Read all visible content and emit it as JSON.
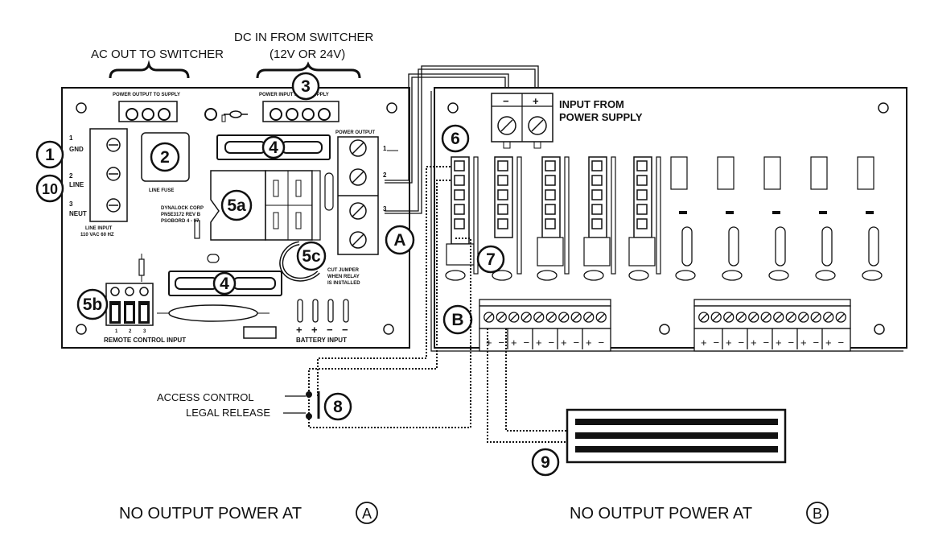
{
  "top_labels": {
    "ac_out": "AC OUT TO SWITCHER",
    "dc_in_line1": "DC IN FROM SWITCHER",
    "dc_in_line2": "(12V OR 24V)"
  },
  "left_board": {
    "power_output_to_supply": "POWER OUTPUT TO SUPPLY",
    "power_input_from_supply": "POWER INPUT FROM SUPPLY",
    "power_output": "POWER OUTPUT",
    "line_fuse": "LINE FUSE",
    "terminal_1_num": "1",
    "terminal_1": "GND",
    "terminal_2_num": "2",
    "terminal_2": "LINE",
    "terminal_3_num": "3",
    "terminal_3": "NEUT",
    "line_input_1": "LINE INPUT",
    "line_input_2": "110 VAC 60 HZ",
    "corp_1": "DYNALOCK CORP",
    "corp_2": "PN5E3172 REV B",
    "corp_3": "PSOBORD 4 - 97",
    "cut_jumper_1": "CUT JUMPER",
    "cut_jumper_2": "WHEN RELAY",
    "cut_jumper_3": "IS INSTALLED",
    "remote_control_input": "REMOTE CONTROL INPUT",
    "battery_input": "BATTERY INPUT",
    "out_1": "1",
    "out_2": "2",
    "out_3": "3",
    "rc_1": "1",
    "rc_2": "2",
    "rc_3": "3",
    "bat_signs": [
      "+",
      "+",
      "−",
      "−"
    ]
  },
  "right_board": {
    "input_from_1": "INPUT FROM",
    "input_from_2": "POWER SUPPLY",
    "term_minus": "−",
    "term_plus": "+"
  },
  "callouts": [
    "1",
    "2",
    "3",
    "4",
    "4",
    "5a",
    "5b",
    "5c",
    "6",
    "7",
    "8",
    "9",
    "10",
    "A",
    "B"
  ],
  "access_control_1": "ACCESS CONTROL",
  "access_control_2": "LEGAL RELEASE",
  "captions": {
    "left": "NO OUTPUT POWER AT",
    "left_mark": "A",
    "right": "NO OUTPUT POWER AT",
    "right_mark": "B"
  }
}
